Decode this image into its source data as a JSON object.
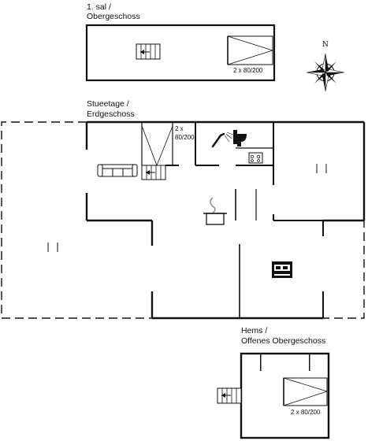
{
  "floors": {
    "upper": {
      "label_line1": "1. sal /",
      "label_line2": "Obergeschoss",
      "bed_label": "2 x 80/200"
    },
    "ground": {
      "label_line1": "Stueetage /",
      "label_line2": "Erdgeschoss",
      "bed_label_line1": "2 x",
      "bed_label_line2": "80/200"
    },
    "loft": {
      "label_line1": "Hems /",
      "label_line2": "Offenes Obergeschoss",
      "bed_label": "2 x 80/200"
    }
  },
  "compass": {
    "north_label": "N"
  },
  "icons": [
    "staircase-icon",
    "bed-icon",
    "sofa-icon",
    "shower-icon",
    "toilet-icon",
    "stove-icon",
    "cooking-pot-icon",
    "double-bed-icon",
    "compass-icon",
    "window-icon"
  ],
  "colors": {
    "wall": "#111111",
    "background": "#ffffff"
  }
}
